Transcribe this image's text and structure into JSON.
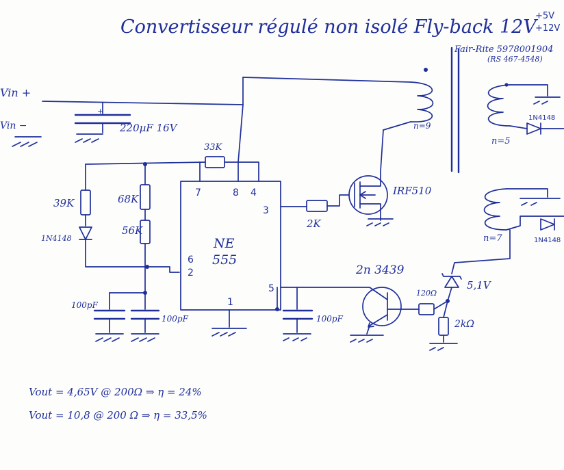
{
  "title": "Convertisseur régulé non isolé Fly-back 12V",
  "title_outputs": [
    "+5V",
    "+12V"
  ],
  "core_label": "Fair-Rite 5978001904",
  "core_sub": "(RS 467-4548)",
  "vin_plus": "Vin +",
  "vin_minus": "Vin −",
  "cap_in": "220µF 16V",
  "r_top": "33K",
  "r_left": "39K",
  "diode_left": "1N4148",
  "r_68": "68K",
  "r_56": "56K",
  "ic_name": "NE",
  "ic_num": "555",
  "pins": {
    "p7": "7",
    "p8": "8",
    "p4": "4",
    "p3": "3",
    "p6": "6",
    "p2": "2",
    "p5": "5",
    "p1": "1"
  },
  "cap_timing": "100pF",
  "cap_b": "100pF",
  "cap_ctrl": "100pF",
  "r_gate": "2K",
  "mosfet": "IRF510",
  "transistor": "2n 3439",
  "r_base": "120Ω",
  "zener": "5,1V",
  "r_2k": "2kΩ",
  "n_primary": "n=9",
  "n_sec1": "n=5",
  "n_sec2": "n=7",
  "diode_sec1": "1N4148",
  "diode_sec2": "1N4148",
  "results": [
    "Vout = 4,65V @ 200Ω ⇒ η = 24%",
    "Vout = 10,8 @ 200 Ω ⇒ η = 33,5%"
  ]
}
